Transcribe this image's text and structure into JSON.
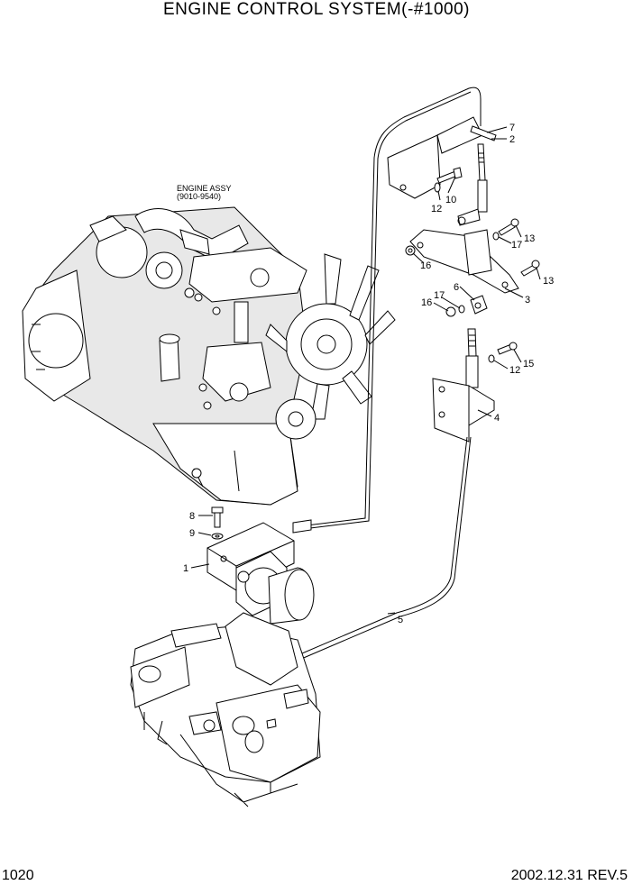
{
  "title": "ENGINE CONTROL SYSTEM(-#1000)",
  "footer": {
    "page": "1020",
    "revision": "2002.12.31 REV.5"
  },
  "engine_label": {
    "line1": "ENGINE ASSY",
    "line2": "(9010-9540)"
  },
  "callouts": [
    "7",
    "2",
    "10",
    "12",
    "13",
    "17",
    "16",
    "13",
    "3",
    "6",
    "17",
    "16",
    "15",
    "12",
    "4",
    "8",
    "9",
    "1",
    "5"
  ]
}
